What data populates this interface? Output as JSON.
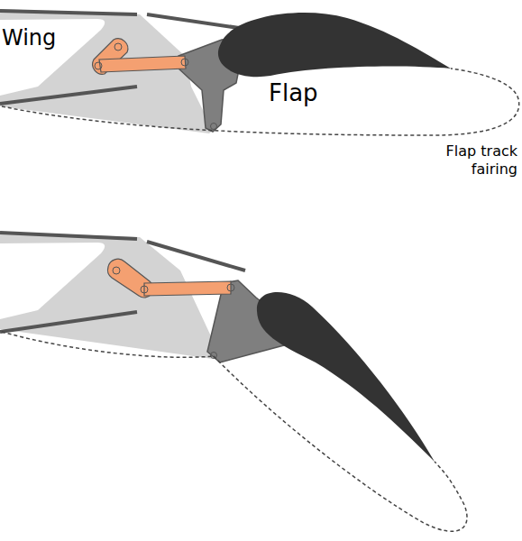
{
  "diagram": {
    "labels": [
      "Wing",
      "Flap",
      "Flap track fairing"
    ]
  }
}
